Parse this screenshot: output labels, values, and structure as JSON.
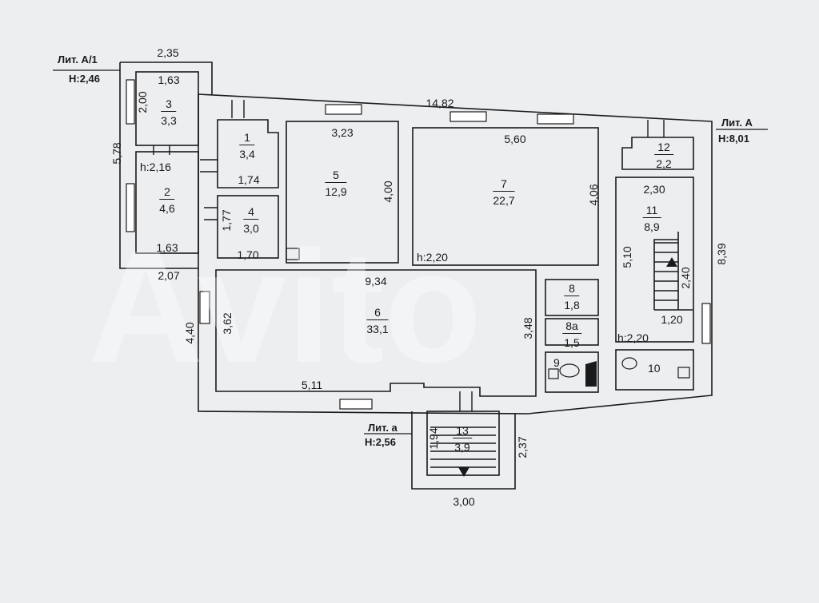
{
  "watermark": "Avito",
  "liters": {
    "a1": {
      "name": "Лит. А/1",
      "height": "Н:2,46"
    },
    "a": {
      "name": "Лит. А",
      "height": "Н:8,01"
    },
    "a_small": {
      "name": "Лит. а",
      "height": "Н:2,56"
    }
  },
  "rooms": [
    {
      "id": "3",
      "area": "3,3"
    },
    {
      "id": "2",
      "area": "4,6"
    },
    {
      "id": "1",
      "area": "3,4"
    },
    {
      "id": "4",
      "area": "3,0"
    },
    {
      "id": "5",
      "area": "12,9"
    },
    {
      "id": "7",
      "area": "22,7"
    },
    {
      "id": "12",
      "area": "2,2"
    },
    {
      "id": "11",
      "area": "8,9"
    },
    {
      "id": "6",
      "area": "33,1"
    },
    {
      "id": "8",
      "area": "1,8"
    },
    {
      "id": "8а",
      "area": "1,5"
    },
    {
      "id": "13",
      "area": "3,9"
    }
  ],
  "labels": {
    "room9": "9",
    "room10": "10",
    "h_216": "h:2,16",
    "h_220_a": "h:2,20",
    "h_220_b": "h:2,20"
  },
  "dimensions": {
    "d_235": "2,35",
    "d_163_top": "1,63",
    "d_200": "2,00",
    "d_578": "5,78",
    "d_1482": "14,82",
    "d_323": "3,23",
    "d_560": "5,60",
    "d_174": "1,74",
    "d_400": "4,00",
    "d_406": "4,06",
    "d_230": "2,30",
    "d_177": "1,77",
    "d_163_bot": "1,63",
    "d_170": "1,70",
    "d_207": "2,07",
    "d_934": "9,34",
    "d_510": "5,10",
    "d_839": "8,39",
    "d_240": "2,40",
    "d_362": "3,62",
    "d_440": "4,40",
    "d_348": "3,48",
    "d_120": "1,20",
    "d_511": "5,11",
    "d_194": "1,94",
    "d_237": "2,37",
    "d_300": "3,00"
  }
}
